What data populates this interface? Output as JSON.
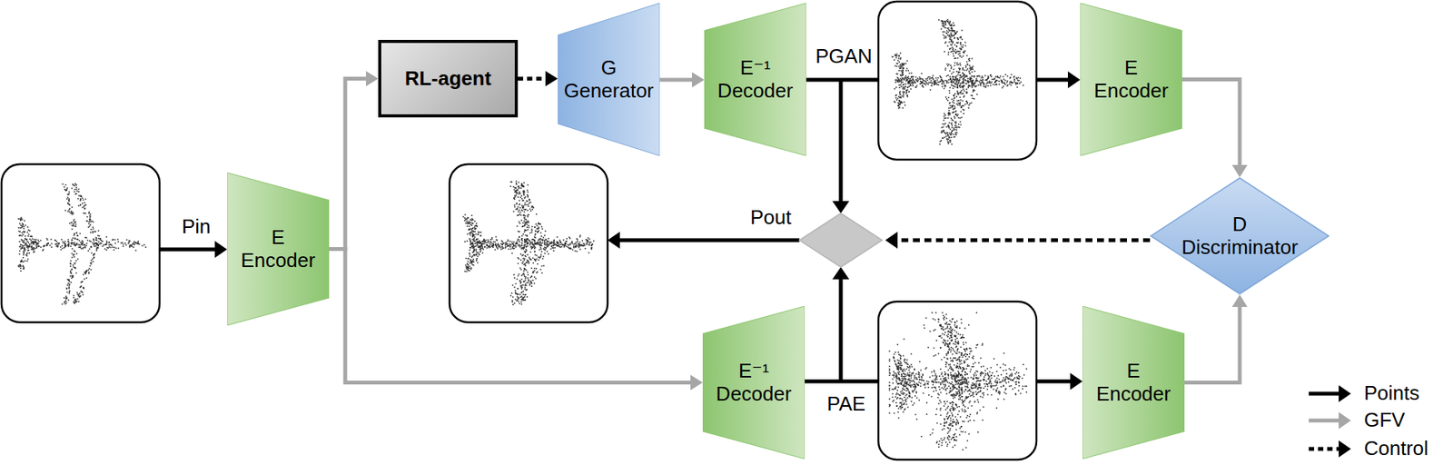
{
  "diagram": {
    "nodes": [
      {
        "text": [
          "RL-agent"
        ]
      },
      {
        "text": [
          "G",
          "Generator"
        ]
      },
      {
        "text": [
          "E⁻¹",
          "Decoder"
        ]
      },
      {
        "text": [
          "E",
          "Encoder"
        ]
      },
      {
        "text": [
          "E",
          "Encoder"
        ]
      },
      {
        "text": [
          "D",
          "Discriminator"
        ]
      },
      {
        "text": [
          "E⁻¹",
          "Decoder"
        ]
      },
      {
        "text": [
          "E",
          "Encoder"
        ]
      }
    ],
    "edges": [
      {
        "from": 4,
        "to": 0,
        "arrow": "to"
      },
      {
        "from": 0,
        "to": 1,
        "arrow": "to"
      },
      {
        "from": 1,
        "to": 2,
        "arrow": "to"
      },
      {
        "from": 4,
        "to": 6,
        "arrow": "to"
      },
      {
        "from": 3,
        "to": 5,
        "arrow": "to"
      },
      {
        "from": 7,
        "to": 5,
        "arrow": "to"
      }
    ],
    "labels": [
      "Pin",
      "PGAN",
      "Pout",
      "PAE"
    ],
    "legend": [
      {
        "text": "Points"
      },
      {
        "text": "GFV"
      },
      {
        "text": "Control"
      }
    ]
  }
}
